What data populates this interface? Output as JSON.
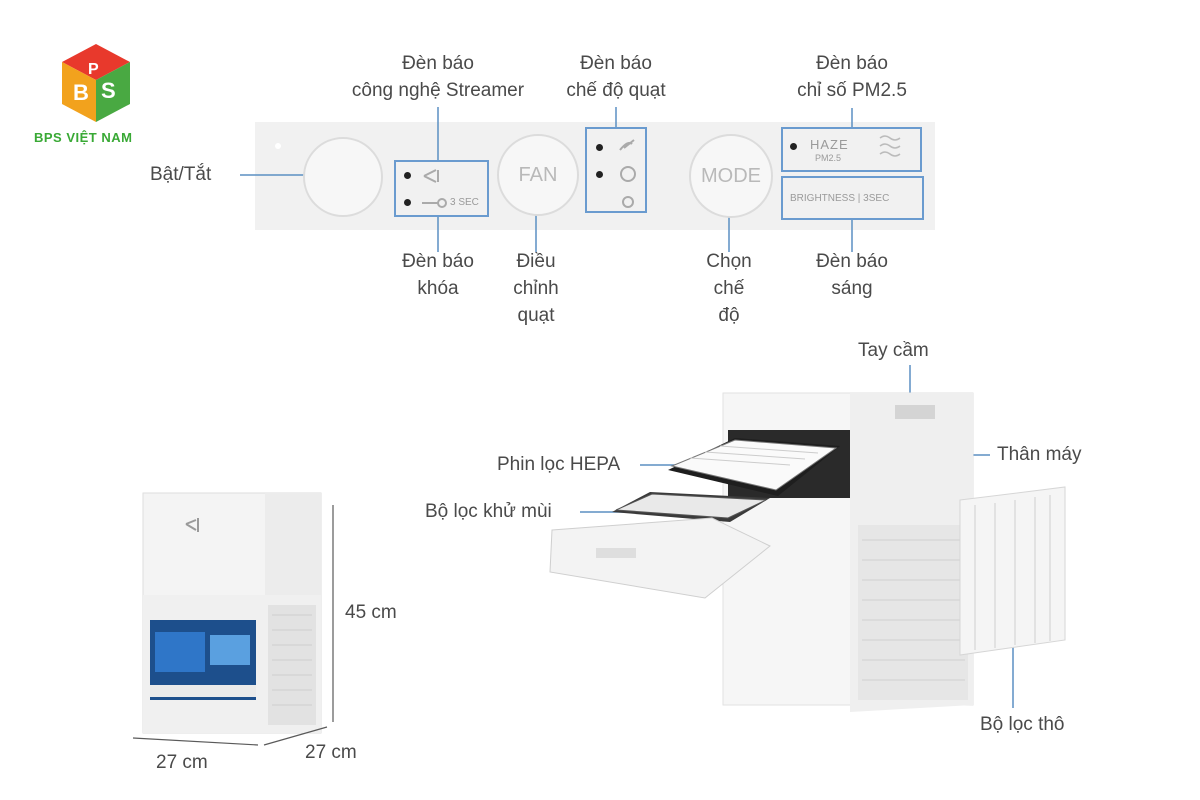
{
  "brand": {
    "name": "BPS VIỆT NAM",
    "logo_letters": "BPS"
  },
  "panel": {
    "fan_button": "FAN",
    "mode_button": "MODE",
    "lock_text": "3 SEC",
    "haze_text": "HAZE",
    "pm_text": "PM2.5",
    "brightness_text": "BRIGHTNESS | 3SEC"
  },
  "labels": {
    "power": "Bật/Tắt",
    "streamer_l1": "Đèn báo",
    "streamer_l2": "công nghệ Streamer",
    "fanmode_l1": "Đèn báo",
    "fanmode_l2": "chế độ quạt",
    "pm25_l1": "Đèn báo",
    "pm25_l2": "chỉ số PM2.5",
    "lock_l1": "Đèn báo",
    "lock_l2": "khóa",
    "fanadj_l1": "Điều",
    "fanadj_l2": "chỉnh",
    "fanadj_l3": "quạt",
    "mode_l1": "Chọn",
    "mode_l2": "chế",
    "mode_l3": "độ",
    "bright_l1": "Đèn báo",
    "bright_l2": "sáng",
    "handle": "Tay cầm",
    "body": "Thân máy",
    "hepa": "Phin lọc HEPA",
    "deodorizer": "Bộ lọc khử mùi",
    "prefilter": "Bộ lọc thô",
    "height": "45 cm",
    "width": "27 cm",
    "depth": "27 cm"
  }
}
